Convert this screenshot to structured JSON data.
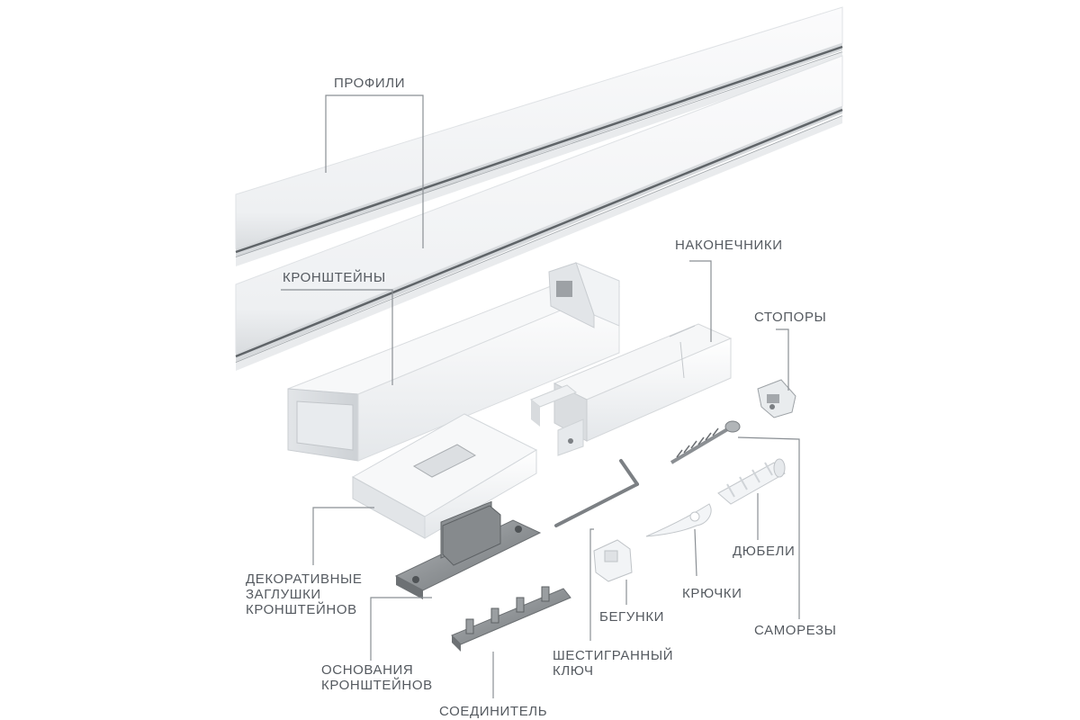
{
  "labels": {
    "profiles": "ПРОФИЛИ",
    "brackets": "КРОНШТЕЙНЫ",
    "end_caps": "НАКОНЕЧНИКИ",
    "stoppers": "СТОПОРЫ",
    "decorative_caps": [
      "ДЕКОРАТИВНЫЕ",
      "ЗАГЛУШКИ",
      "КРОНШТЕЙНОВ"
    ],
    "dowels": "ДЮБЕЛИ",
    "hooks": "КРЮЧКИ",
    "runners": "БЕГУНКИ",
    "screws": "САМОРЕЗЫ",
    "hex_key": [
      "ШЕСТИГРАННЫЙ",
      "КЛЮЧ"
    ],
    "bracket_bases": [
      "ОСНОВАНИЯ",
      "КРОНШТЕЙНОВ"
    ],
    "connector": "СОЕДИНИТЕЛЬ"
  },
  "colors": {
    "label_text": "#555a60",
    "leader_line": "#8a8f94",
    "part_white": "#f4f5f6",
    "part_shadow": "#cfd3d6",
    "rail_groove": "#6f7478",
    "metal": "#8e9194"
  }
}
